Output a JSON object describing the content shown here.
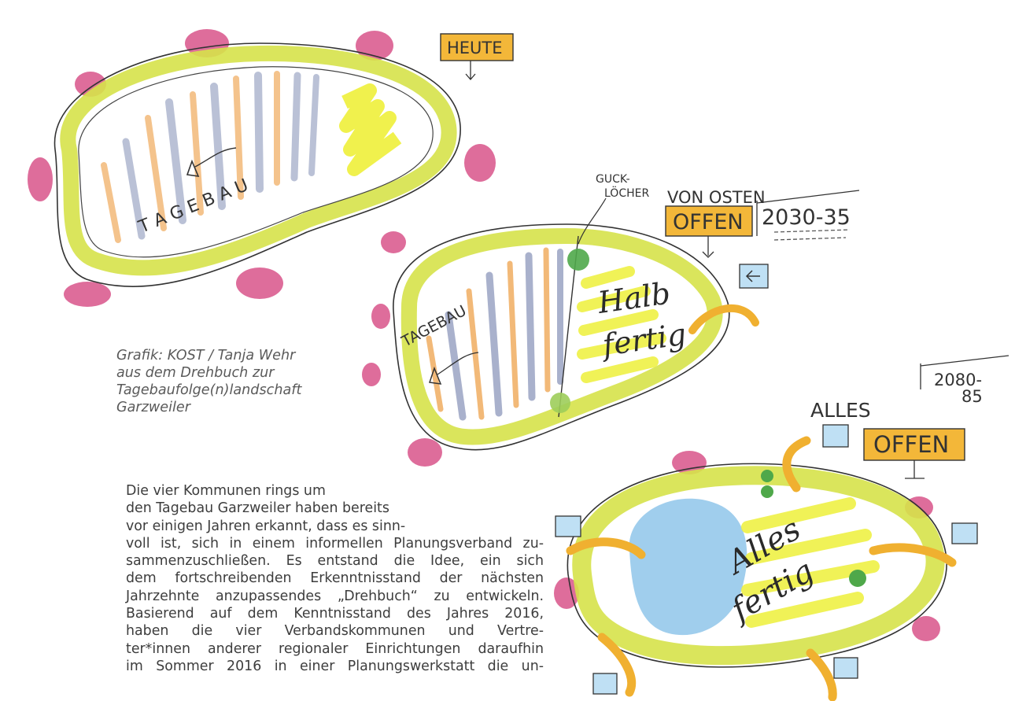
{
  "figure": {
    "labels": {
      "heute": "HEUTE",
      "tagebau_top": "T A G E B A U",
      "guck_1": "GUCK-",
      "guck_2": "LÖCHER",
      "von_osten": "VON OSTEN",
      "offen": "OFFEN",
      "year_1": "2030-35",
      "tagebau_mid": "TAGEBAU",
      "halb": "Halb",
      "fertig_1": "fertig",
      "year_2a": "2080-",
      "year_2b": "85",
      "alles": "ALLES",
      "offen_2": "OFFEN",
      "alles_2": "Alles",
      "fertig_2": "fertig"
    },
    "colors": {
      "lime": "#d6e24a",
      "pink": "#d8548a",
      "orange": "#f0b030",
      "water": "#8fc6ea",
      "sign_blue": "#bfe0f4",
      "tree_green": "#4fa84a"
    }
  },
  "caption": {
    "lines": [
      "Grafik: KOST / Tanja Wehr",
      "aus dem Drehbuch zur",
      "Tagebaufolge(n)landschaft",
      "Garzweiler"
    ]
  },
  "body": {
    "lines": [
      "Die vier Kommunen rings um",
      "den Tagebau Garzweiler haben bereits",
      "vor einigen Jahren erkannt, dass es sinn-",
      "voll ist, sich in einem informellen Planungsverband zu-",
      "sammenzuschließen. Es entstand die Idee, ein sich",
      "dem fortschreibenden Erkenntnisstand der nächsten",
      "Jahrzehnte anzupassendes „Drehbuch“ zu entwickeln.",
      "Basierend auf dem Kenntnisstand des Jahres 2016,",
      "haben die vier Verbandskommunen und Vertre-",
      "ter*innen anderer regionaler Einrichtungen daraufhin",
      "im Sommer 2016 in einer Planungswerkstatt die un-"
    ]
  }
}
